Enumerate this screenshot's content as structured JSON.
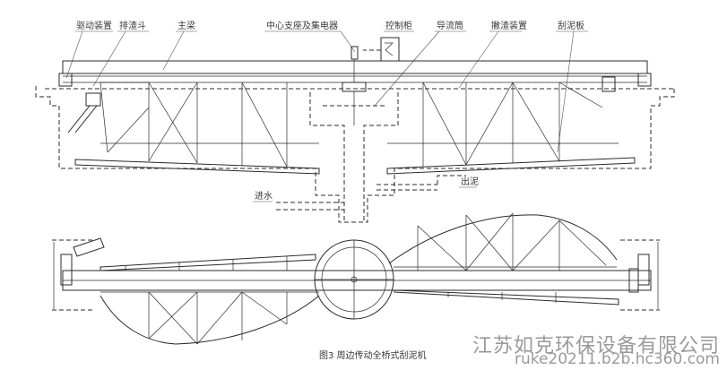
{
  "labels": {
    "drive": "驱动装置",
    "scum_hopper": "排渣斗",
    "main_beam": "主梁",
    "center_support": "中心支座及集电器",
    "control_cabinet": "控制柜",
    "guide_cylinder": "导流筒",
    "skimmer": "撇渣装置",
    "scraper_blade": "刮泥板",
    "inlet": "进水",
    "sludge_outlet": "出泥",
    "caption": "图3  周边传动全桥式刮泥机"
  },
  "watermark": {
    "company": "江苏如克环保设备有限公司",
    "url": "ruke20211.b2b.hc360.com"
  }
}
